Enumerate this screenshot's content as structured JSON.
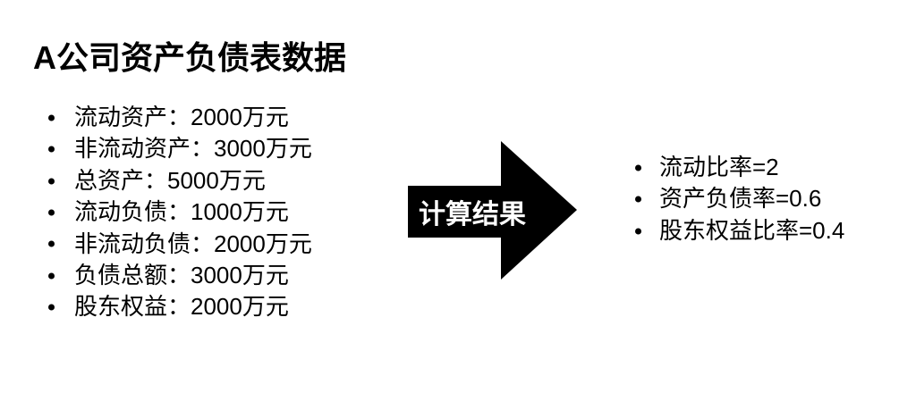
{
  "page": {
    "background_color": "#ffffff",
    "text_color": "#000000"
  },
  "title": "A公司资产负债表数据",
  "balance_sheet": {
    "items": [
      "流动资产：2000万元",
      "非流动资产：3000万元",
      "总资产：5000万元",
      "流动负债：1000万元",
      "非流动负债：2000万元",
      "负债总额：3000万元",
      "股东权益：2000万元"
    ]
  },
  "arrow": {
    "label": "计算结果",
    "direction": "right",
    "color": "#000000",
    "label_color": "#ffffff"
  },
  "results": {
    "items": [
      "流动比率=2",
      "资产负债率=0.6",
      "股东权益比率=0.4"
    ]
  }
}
